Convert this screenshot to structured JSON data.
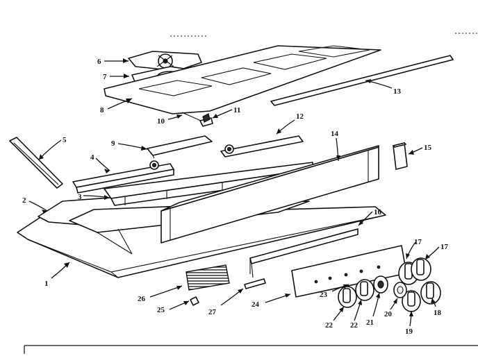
{
  "diagram": {
    "callouts": [
      {
        "id": "1",
        "label": "1"
      },
      {
        "id": "2",
        "label": "2"
      },
      {
        "id": "3",
        "label": "3"
      },
      {
        "id": "4",
        "label": "4"
      },
      {
        "id": "5",
        "label": "5"
      },
      {
        "id": "6",
        "label": "6"
      },
      {
        "id": "7",
        "label": "7"
      },
      {
        "id": "8",
        "label": "8"
      },
      {
        "id": "9",
        "label": "9"
      },
      {
        "id": "10",
        "label": "10"
      },
      {
        "id": "11",
        "label": "11"
      },
      {
        "id": "12",
        "label": "12"
      },
      {
        "id": "13",
        "label": "13"
      },
      {
        "id": "14",
        "label": "14"
      },
      {
        "id": "15",
        "label": "15"
      },
      {
        "id": "16",
        "label": "16"
      },
      {
        "id": "17a",
        "label": "17"
      },
      {
        "id": "17b",
        "label": "17"
      },
      {
        "id": "18",
        "label": "18"
      },
      {
        "id": "19",
        "label": "19"
      },
      {
        "id": "20",
        "label": "20"
      },
      {
        "id": "21",
        "label": "21"
      },
      {
        "id": "22a",
        "label": "22"
      },
      {
        "id": "22b",
        "label": "22"
      },
      {
        "id": "23",
        "label": "23"
      },
      {
        "id": "24",
        "label": "24"
      },
      {
        "id": "25",
        "label": "25"
      },
      {
        "id": "26",
        "label": "26"
      },
      {
        "id": "27",
        "label": "27"
      }
    ]
  }
}
